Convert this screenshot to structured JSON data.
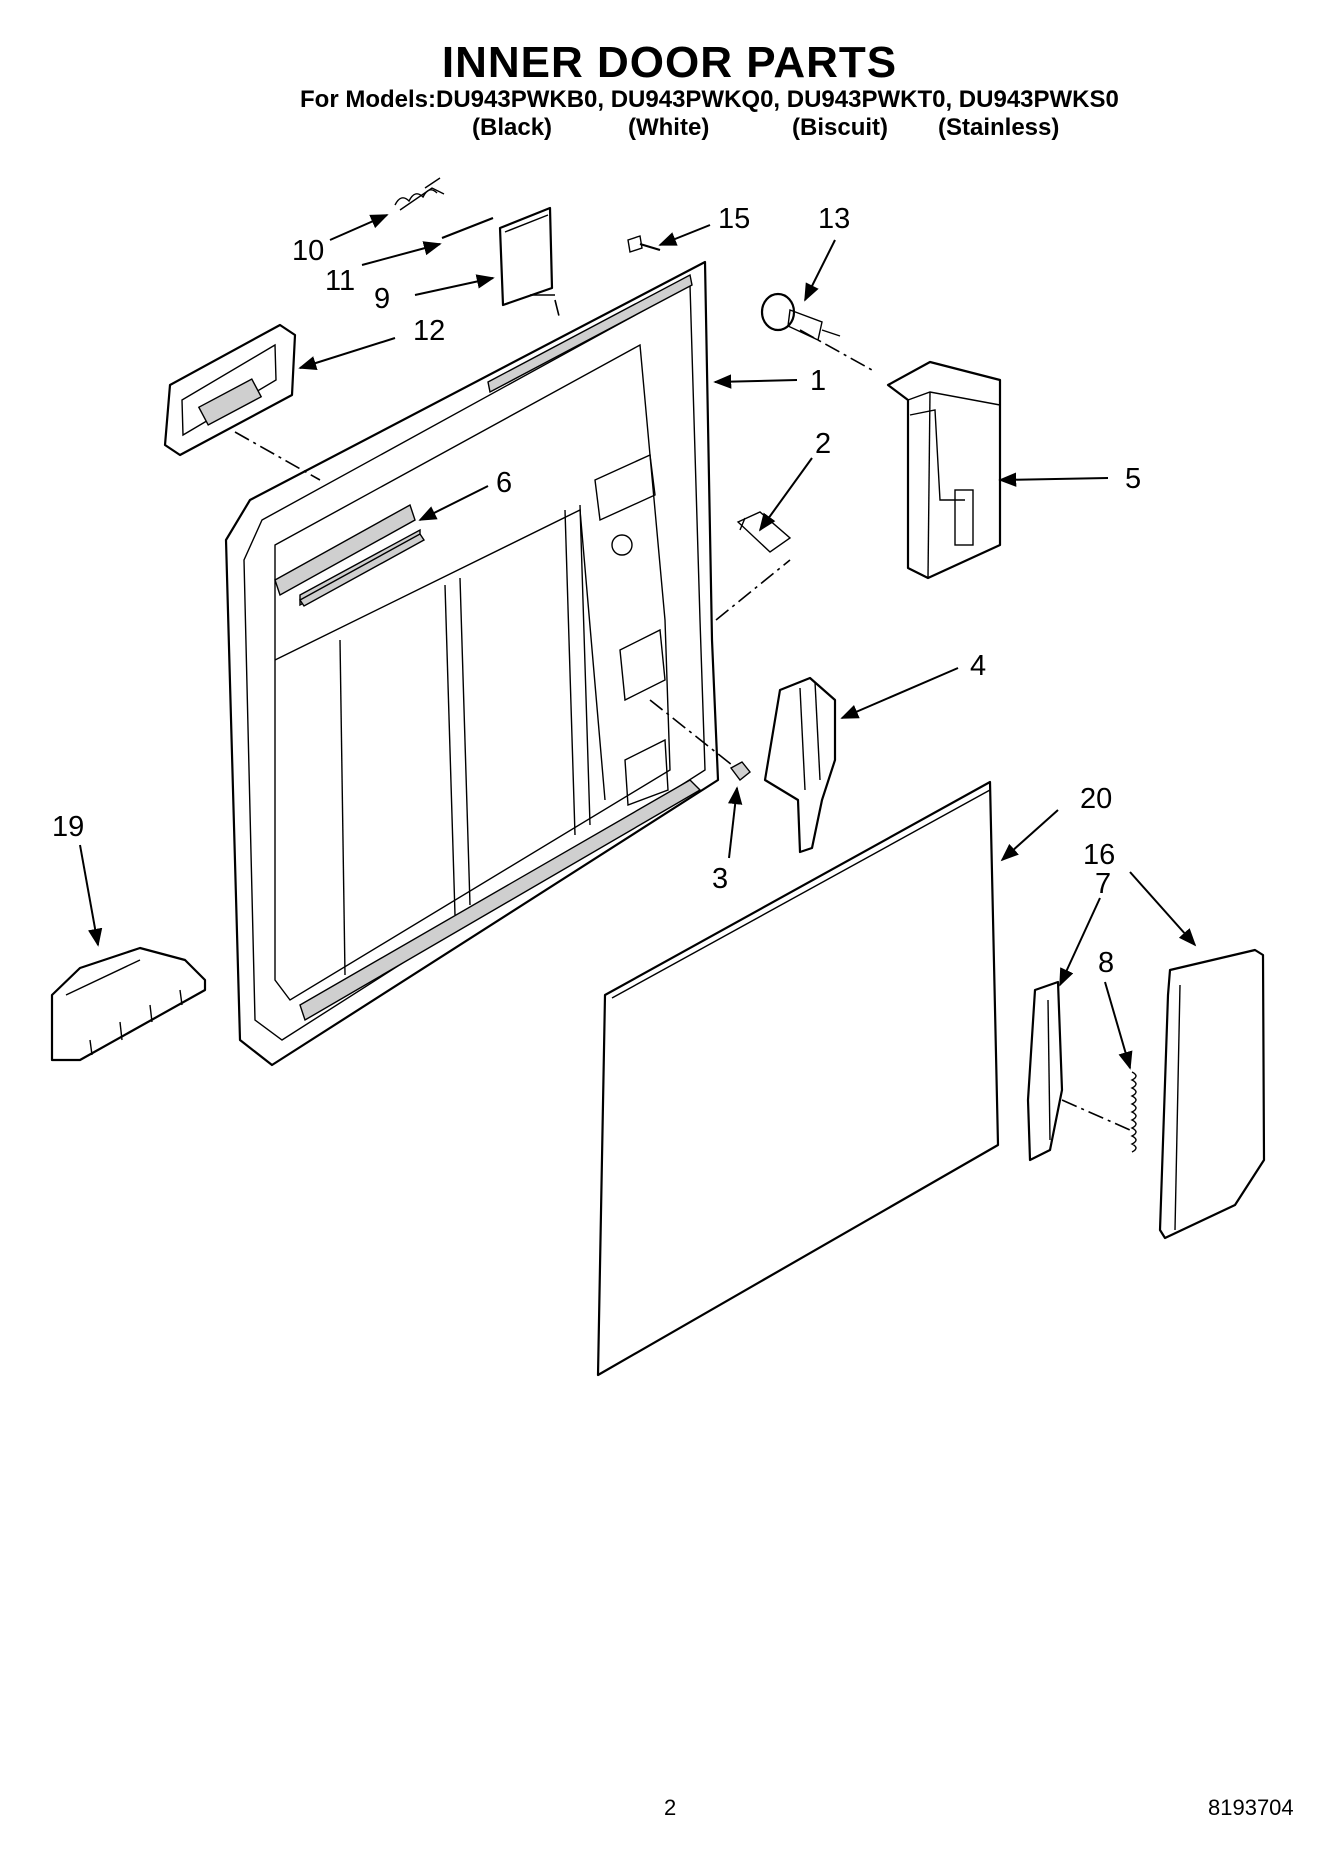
{
  "header": {
    "title": "INNER DOOR PARTS",
    "models_line": "For Models:DU943PWKB0, DU943PWKQ0, DU943PWKT0, DU943PWKS0",
    "finishes": [
      "(Black)",
      "(White)",
      "(Biscuit)",
      "(Stainless)"
    ]
  },
  "callouts": {
    "c1": "1",
    "c2": "2",
    "c3": "3",
    "c4": "4",
    "c5": "5",
    "c6": "6",
    "c7": "7",
    "c8": "8",
    "c9": "9",
    "c10": "10",
    "c11": "11",
    "c12": "12",
    "c13": "13",
    "c15": "15",
    "c16": "16",
    "c19": "19",
    "c20": "20"
  },
  "footer": {
    "page_number": "2",
    "doc_number": "8193704"
  }
}
